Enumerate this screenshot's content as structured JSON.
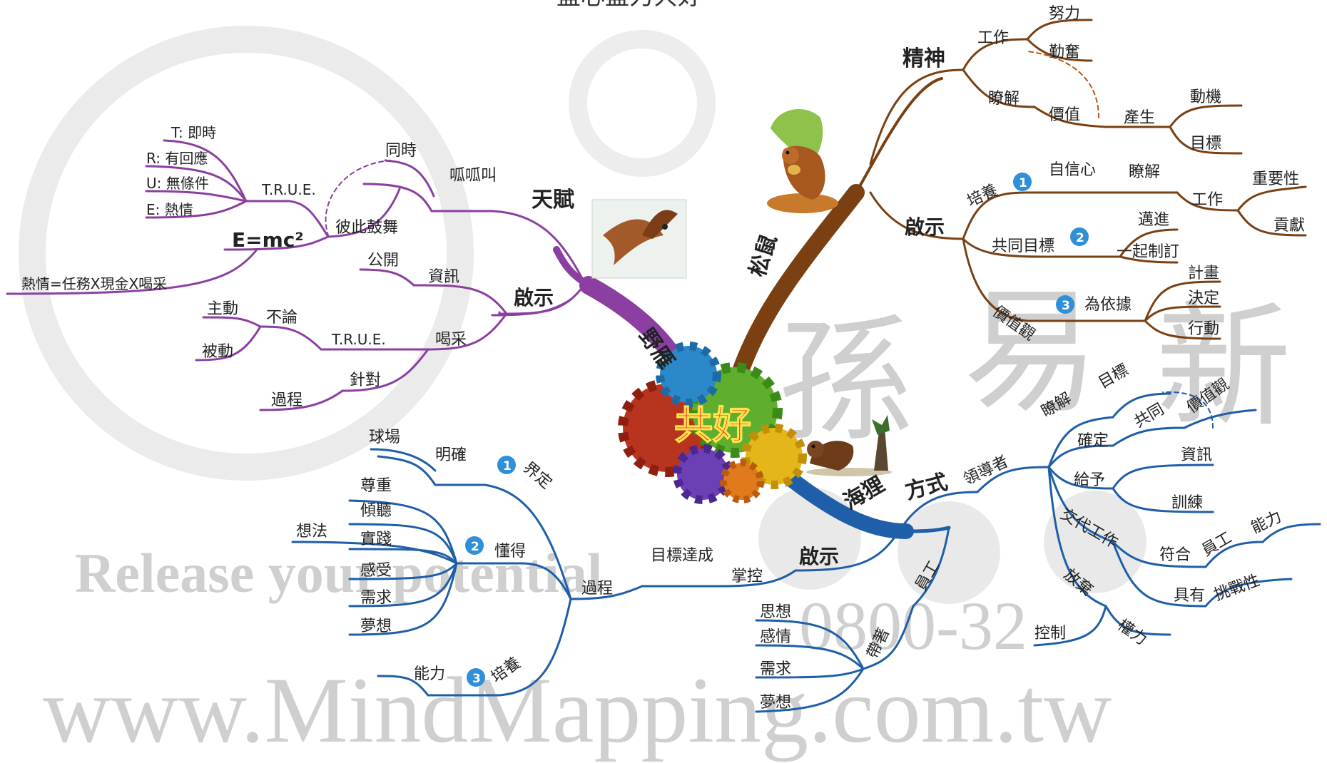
{
  "header_partial": "盡心盡力共好",
  "watermark": {
    "url": "www.MindMapping.com.tw",
    "phone": "0800-32",
    "tagline": "Release your potential",
    "chars": [
      "孫",
      "易",
      "新"
    ]
  },
  "center": {
    "label": "共好"
  },
  "colors": {
    "purple": "#8B3FA0",
    "brown": "#7A4012",
    "blue": "#1F5EA8"
  },
  "branches": {
    "wild_goose": {
      "label": "野雁",
      "icon": "wild-goose-icon",
      "talent": "天賦",
      "quack": "呱呱叫",
      "simultaneous": "同時",
      "encourage": "彼此鼓舞",
      "true_a": "T.R.U.E.",
      "t": "T: 即時",
      "r": "R: 有回應",
      "u": "U: 無條件",
      "e": "E: 熱情",
      "emc2": "E=mc²",
      "formula": "熱情=任務X現金X喝采",
      "insight": "啟示",
      "info": "資訊",
      "public": "公開",
      "cheer": "喝采",
      "true_b": "T.R.U.E.",
      "regardless": "不論",
      "active": "主動",
      "passive": "被動",
      "target": "針對",
      "process": "過程"
    },
    "squirrel": {
      "label": "松鼠",
      "icon": "squirrel-icon",
      "spirit": "精神",
      "work": "工作",
      "effort": "努力",
      "diligent": "勤奮",
      "understand": "瞭解",
      "value": "價值",
      "produce": "產生",
      "motivation": "動機",
      "goal": "目標",
      "insight": "啟示",
      "cultivate": "培養",
      "num1": "1",
      "confidence": "自信心",
      "understand2": "瞭解",
      "work2": "工作",
      "important": "重要性",
      "contribution": "貢獻",
      "common_goal": "共同目標",
      "num2": "2",
      "advance": "邁進",
      "set_together": "一起制訂",
      "values": "價值觀",
      "num3": "3",
      "basis": "為依據",
      "plan": "計畫",
      "decide": "決定",
      "act": "行動"
    },
    "beaver": {
      "label": "海狸",
      "icon": "beaver-icon",
      "method": "方式",
      "leader": "領導者",
      "understand": "瞭解",
      "goal": "目標",
      "confirm": "確定",
      "common": "共同",
      "values": "價值觀",
      "give": "給予",
      "info": "資訊",
      "training": "訓練",
      "delegate": "交代工作",
      "match": "符合",
      "staff": "員工",
      "ability": "能力",
      "possess": "具有",
      "challenging": "挑戰性",
      "release": "放棄",
      "control": "控制",
      "power": "權力",
      "employee": "員工",
      "bring": "帶著",
      "thought": "思想",
      "emotion": "感情",
      "need": "需求",
      "dream": "夢想",
      "insight": "啟示",
      "master": "掌控",
      "goal_achieve": "目標達成",
      "process": "過程",
      "define": "界定",
      "num1": "1",
      "clear": "明確",
      "field": "球場",
      "know": "懂得",
      "num2": "2",
      "respect": "尊重",
      "listen": "傾聽",
      "practice": "實踐",
      "feel": "感受",
      "need2": "需求",
      "dream2": "夢想",
      "idea": "想法",
      "cultivate": "培養",
      "num3": "3"
    }
  }
}
